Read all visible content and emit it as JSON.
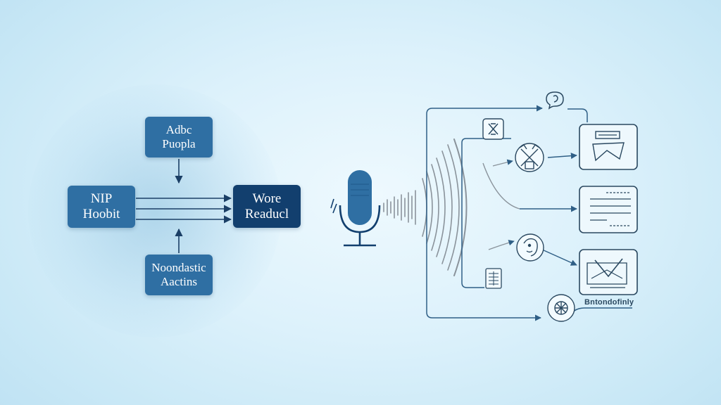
{
  "diagram": {
    "left_flow": {
      "top_box": {
        "line1": "Adbc",
        "line2": "Puopla"
      },
      "left_box": {
        "line1": "NIP",
        "line2": "Hoobit"
      },
      "center_box": {
        "line1": "Wore",
        "line2": "Readucl"
      },
      "bottom_box": {
        "line1": "Noondastic",
        "line2": "Aactins"
      }
    },
    "right_flow": {
      "bottom_label": "Bntondofinly"
    },
    "colors": {
      "box_mid": "#2f6fa3",
      "box_dark": "#123f6e",
      "arrow": "#1b3f66",
      "microphone": "#2f6fa3",
      "line_gray": "#8a939b",
      "right_lines": "#2f5f86"
    },
    "icons": [
      "microphone-icon",
      "sound-wave-icon",
      "speech-bubble-icon",
      "crossed-document-icon",
      "windmill-icon",
      "face-icon",
      "grid-document-icon",
      "globe-icon",
      "document-panel-icon",
      "list-panel-icon",
      "chart-panel-icon"
    ]
  }
}
